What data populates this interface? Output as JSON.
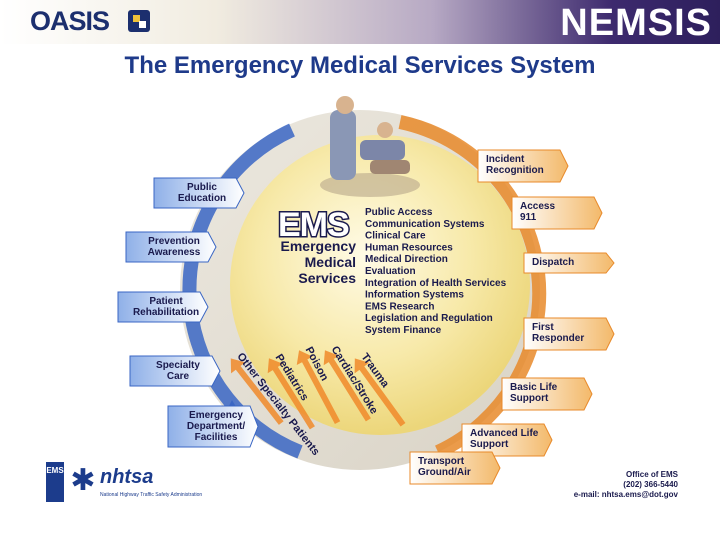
{
  "header": {
    "logo_text": "OASIS",
    "brand": "NEMSIS"
  },
  "title": "The Emergency Medical Services System",
  "ems": {
    "big": "EMS",
    "sub_lines": [
      "Emergency",
      "Medical",
      "Services"
    ]
  },
  "components": [
    "Public Access",
    "Communication Systems",
    "Clinical Care",
    "Human Resources",
    "Medical Direction",
    "Evaluation",
    "Integration of Health Services",
    "Information Systems",
    "EMS Research",
    "Legislation and Regulation",
    "System Finance"
  ],
  "right_steps": [
    {
      "lines": [
        "Incident",
        "Recognition"
      ]
    },
    {
      "lines": [
        "Access",
        "911"
      ]
    },
    {
      "lines": [
        "Dispatch"
      ]
    },
    {
      "lines": [
        "First",
        "Responder"
      ]
    },
    {
      "lines": [
        "Basic Life",
        "Support"
      ]
    },
    {
      "lines": [
        "Advanced Life",
        "Support"
      ]
    },
    {
      "lines": [
        "Transport",
        "Ground/Air"
      ]
    }
  ],
  "left_steps": [
    {
      "lines": [
        "Emergency",
        "Department/",
        "Facilities"
      ]
    },
    {
      "lines": [
        "Specialty",
        "Care"
      ]
    },
    {
      "lines": [
        "Patient",
        "Rehabilitation"
      ]
    },
    {
      "lines": [
        "Prevention",
        "Awareness"
      ]
    },
    {
      "lines": [
        "Public",
        "Education"
      ]
    }
  ],
  "specialty_patients": [
    "Other Specialty Patients",
    "Pediatrics",
    "Poison",
    "Cardiac/Stroke",
    "Trauma"
  ],
  "footer": {
    "office": "Office of EMS",
    "phone": "(202) 366-5440",
    "email": "e-mail: nhtsa.ems@dot.gov",
    "ems_badge": "EMS",
    "nhtsa": "nhtsa",
    "nhtsa_tagline": "National Highway Traffic Safety Administration"
  },
  "colors": {
    "brand_navy": "#1c2f6e",
    "title_blue": "#1e3a8a",
    "arrow_orange": "#e88a2a",
    "arrow_blue": "#3a66c4",
    "sphere_yellow": "#f7e9a8"
  }
}
